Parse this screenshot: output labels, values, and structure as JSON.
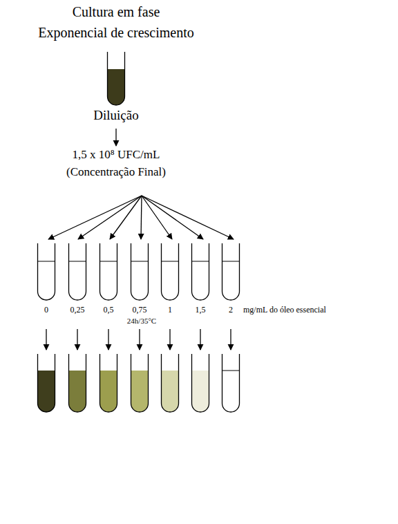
{
  "diagram": {
    "title": "Cultura em fase Exponencial de crescimento",
    "labels": [
      "Diluição",
      "1,5 x 10⁸ UFC/mL",
      "(Concentração Final)",
      "0",
      "0,25",
      "0,5",
      "0,75",
      "1",
      "1,5",
      "2",
      "mg/mL do óleo essencial",
      "24h/35°C"
    ]
  }
}
